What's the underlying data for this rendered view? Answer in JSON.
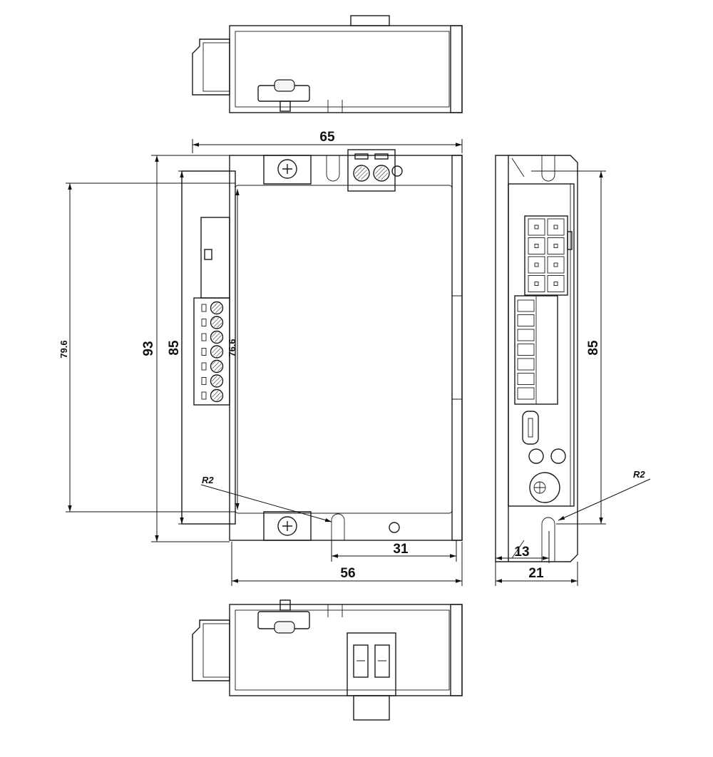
{
  "drawing": {
    "front_view": {
      "width_overall": "65",
      "height_overall": "93",
      "height_mount": "85",
      "height_left": "79.6",
      "height_inner": "76.6",
      "radius": "R2",
      "slot_offset": "31",
      "body_width": "56"
    },
    "side_view": {
      "height_mount": "85",
      "radius": "R2",
      "slot_offset": "13",
      "depth": "21"
    }
  }
}
